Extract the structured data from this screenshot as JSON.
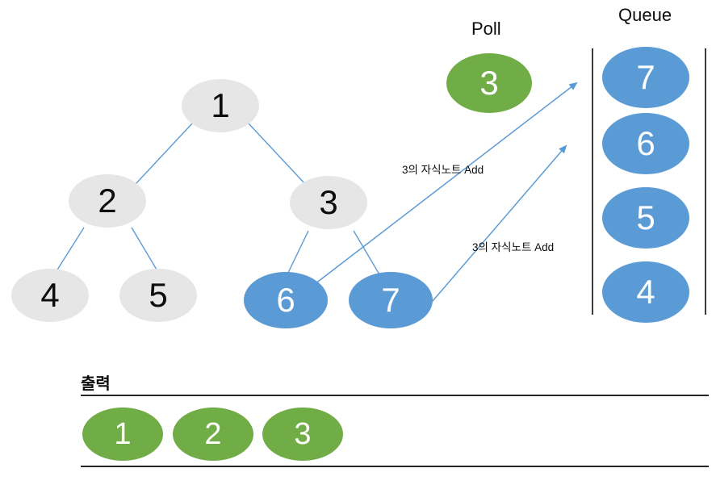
{
  "diagram": {
    "title_poll": "Poll",
    "title_queue": "Queue",
    "title_output": "출력",
    "colors": {
      "gray_node": "#E7E6E6",
      "blue_node": "#5B9BD5",
      "green_node": "#70AD47",
      "edge": "#5B9BD5",
      "bracket": "#3B3B3B",
      "rule": "#262626"
    }
  },
  "tree": {
    "nodes": [
      {
        "id": "root",
        "label": "1",
        "state": "visited"
      },
      {
        "id": "n2",
        "label": "2",
        "state": "visited"
      },
      {
        "id": "n3",
        "label": "3",
        "state": "visited"
      },
      {
        "id": "n4",
        "label": "4",
        "state": "visited"
      },
      {
        "id": "n5",
        "label": "5",
        "state": "visited"
      },
      {
        "id": "n6",
        "label": "6",
        "state": "queued"
      },
      {
        "id": "n7",
        "label": "7",
        "state": "queued"
      }
    ],
    "edges": [
      {
        "from": "root",
        "to": "n2"
      },
      {
        "from": "root",
        "to": "n3"
      },
      {
        "from": "n2",
        "to": "n4"
      },
      {
        "from": "n2",
        "to": "n5"
      },
      {
        "from": "n3",
        "to": "n6"
      },
      {
        "from": "n3",
        "to": "n7"
      }
    ]
  },
  "poll": {
    "label": "Poll",
    "value": "3"
  },
  "queue": {
    "label": "Queue",
    "items": [
      {
        "value": "7"
      },
      {
        "value": "6"
      },
      {
        "value": "5"
      },
      {
        "value": "4"
      }
    ]
  },
  "annotations": [
    {
      "text": "3의 자식노트 Add"
    },
    {
      "text": "3의 자식노트 Add"
    }
  ],
  "output": {
    "label": "출력",
    "items": [
      {
        "value": "1"
      },
      {
        "value": "2"
      },
      {
        "value": "3"
      }
    ]
  }
}
